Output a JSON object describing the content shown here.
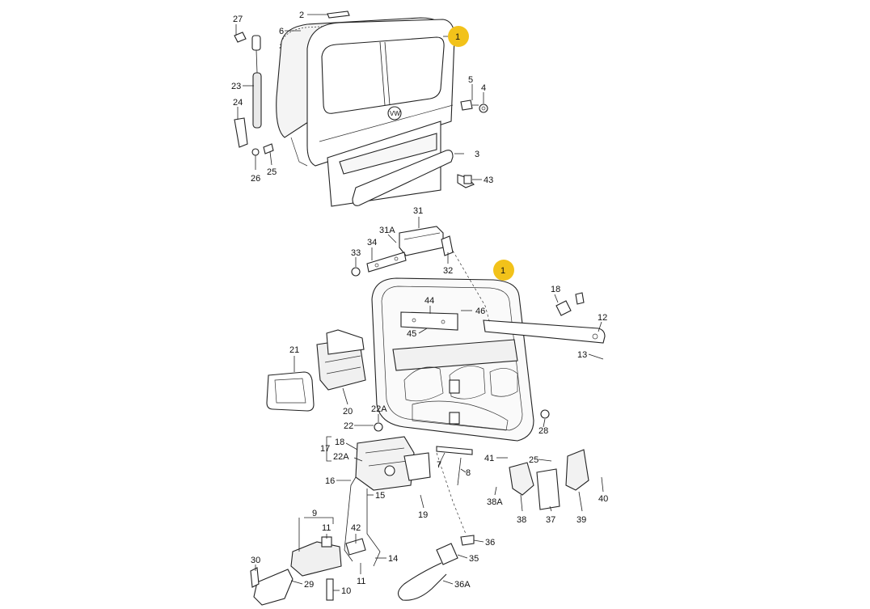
{
  "diagram": {
    "highlight_color": "#f2c21a",
    "callouts": [
      {
        "id": "upper-1",
        "text": "1"
      },
      {
        "id": "lower-1",
        "text": "1"
      }
    ],
    "labels": [
      {
        "id": "27",
        "text": "27"
      },
      {
        "id": "2",
        "text": "2"
      },
      {
        "id": "6",
        "text": "6"
      },
      {
        "id": "23",
        "text": "23"
      },
      {
        "id": "24",
        "text": "24"
      },
      {
        "id": "26",
        "text": "26"
      },
      {
        "id": "25a",
        "text": "25"
      },
      {
        "id": "5",
        "text": "5"
      },
      {
        "id": "4",
        "text": "4"
      },
      {
        "id": "3",
        "text": "3"
      },
      {
        "id": "43",
        "text": "43"
      },
      {
        "id": "31",
        "text": "31"
      },
      {
        "id": "31A",
        "text": "31A"
      },
      {
        "id": "34",
        "text": "34"
      },
      {
        "id": "33",
        "text": "33"
      },
      {
        "id": "32",
        "text": "32"
      },
      {
        "id": "44",
        "text": "44"
      },
      {
        "id": "46",
        "text": "46"
      },
      {
        "id": "45",
        "text": "45"
      },
      {
        "id": "18a",
        "text": "18"
      },
      {
        "id": "12",
        "text": "12"
      },
      {
        "id": "13",
        "text": "13"
      },
      {
        "id": "21",
        "text": "21"
      },
      {
        "id": "20",
        "text": "20"
      },
      {
        "id": "22A",
        "text": "22A"
      },
      {
        "id": "22",
        "text": "22"
      },
      {
        "id": "28",
        "text": "28"
      },
      {
        "id": "17",
        "text": "17"
      },
      {
        "id": "18b",
        "text": "18"
      },
      {
        "id": "22Ab",
        "text": "22A"
      },
      {
        "id": "7",
        "text": "7"
      },
      {
        "id": "8",
        "text": "8"
      },
      {
        "id": "41",
        "text": "41"
      },
      {
        "id": "25b",
        "text": "25"
      },
      {
        "id": "16",
        "text": "16"
      },
      {
        "id": "15",
        "text": "15"
      },
      {
        "id": "19",
        "text": "19"
      },
      {
        "id": "38A",
        "text": "38A"
      },
      {
        "id": "38",
        "text": "38"
      },
      {
        "id": "37",
        "text": "37"
      },
      {
        "id": "39",
        "text": "39"
      },
      {
        "id": "40",
        "text": "40"
      },
      {
        "id": "9",
        "text": "9"
      },
      {
        "id": "11a",
        "text": "11"
      },
      {
        "id": "42",
        "text": "42"
      },
      {
        "id": "14",
        "text": "14"
      },
      {
        "id": "11b",
        "text": "11"
      },
      {
        "id": "36",
        "text": "36"
      },
      {
        "id": "35",
        "text": "35"
      },
      {
        "id": "36A",
        "text": "36A"
      },
      {
        "id": "30",
        "text": "30"
      },
      {
        "id": "29",
        "text": "29"
      },
      {
        "id": "10",
        "text": "10"
      }
    ]
  }
}
